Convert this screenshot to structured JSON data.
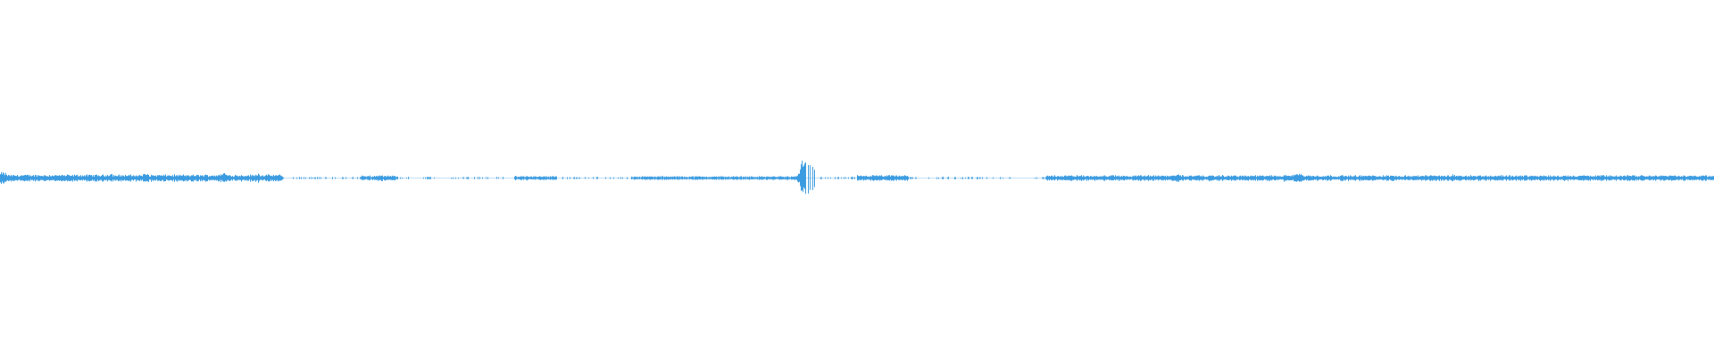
{
  "waveform": {
    "color": "#3a9be0",
    "background": "#ffffff",
    "segments": [
      {
        "start": 0.0,
        "end": 0.165,
        "amp": 0.011
      },
      {
        "start": 0.165,
        "end": 0.21,
        "amp": 0.004,
        "gappy": true
      },
      {
        "start": 0.21,
        "end": 0.232,
        "amp": 0.008
      },
      {
        "start": 0.232,
        "end": 0.3,
        "amp": 0.004,
        "gappy": true
      },
      {
        "start": 0.3,
        "end": 0.325,
        "amp": 0.007
      },
      {
        "start": 0.325,
        "end": 0.368,
        "amp": 0.004,
        "gappy": true
      },
      {
        "start": 0.368,
        "end": 0.47,
        "amp": 0.006
      },
      {
        "start": 0.47,
        "end": 0.5,
        "amp": 0.004,
        "gappy": true
      },
      {
        "start": 0.5,
        "end": 0.53,
        "amp": 0.009
      },
      {
        "start": 0.53,
        "end": 0.61,
        "amp": 0.004,
        "gappy": true
      },
      {
        "start": 0.61,
        "end": 1.0,
        "amp": 0.009
      }
    ],
    "bursts": [
      {
        "pos": 0.0015,
        "amp": 0.02
      },
      {
        "pos": 0.064,
        "amp": 0.016
      },
      {
        "pos": 0.085,
        "amp": 0.016
      },
      {
        "pos": 0.13,
        "amp": 0.018
      },
      {
        "pos": 0.15,
        "amp": 0.016
      },
      {
        "pos": 0.2215,
        "amp": 0.012
      },
      {
        "pos": 0.47,
        "amp": 0.085
      },
      {
        "pos": 0.4725,
        "amp": 0.045
      },
      {
        "pos": 0.687,
        "amp": 0.016
      },
      {
        "pos": 0.757,
        "amp": 0.02
      },
      {
        "pos": 0.75,
        "amp": 0.014
      },
      {
        "pos": 0.848,
        "amp": 0.012
      },
      {
        "pos": 0.97,
        "amp": 0.012
      }
    ]
  }
}
